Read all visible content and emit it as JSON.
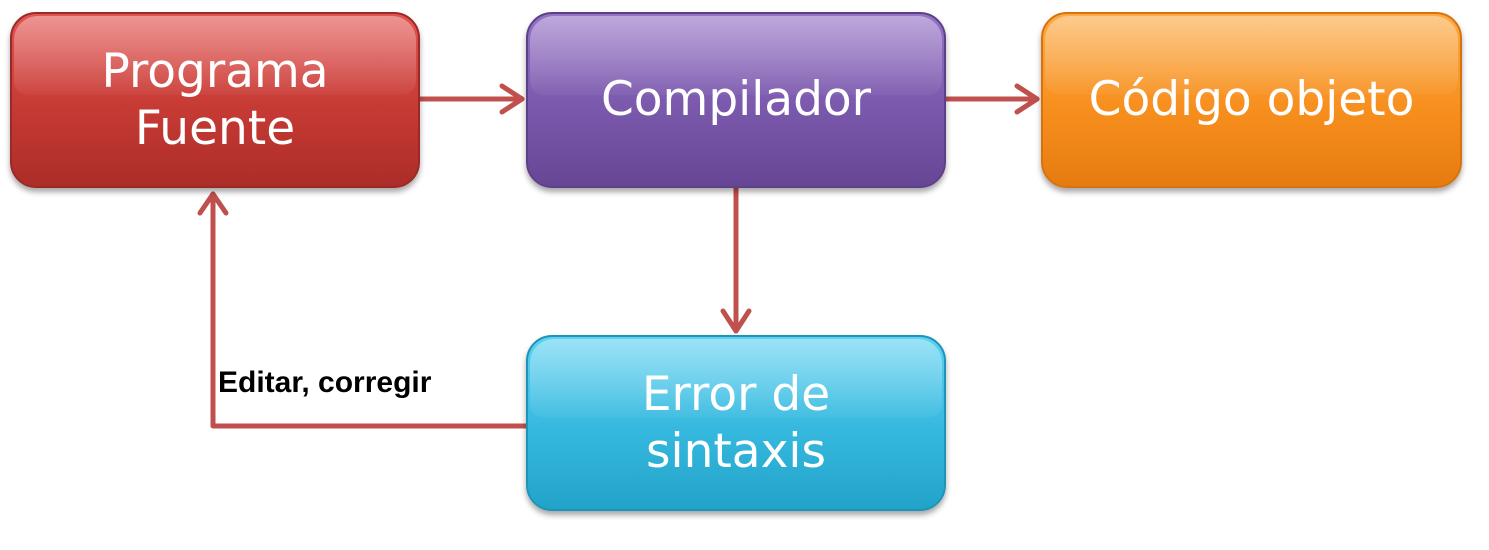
{
  "diagram": {
    "nodes": {
      "programa_fuente": {
        "text": "Programa\nFuente",
        "color": "#c0392b"
      },
      "compilador": {
        "text": "Compilador",
        "color": "#7b59ac"
      },
      "codigo_objeto": {
        "text": "Código objeto",
        "color": "#f7941d"
      },
      "error_sintaxis": {
        "text": "Error de\nsintaxis",
        "color": "#31b4dc"
      }
    },
    "edges": [
      {
        "from": "programa_fuente",
        "to": "compilador"
      },
      {
        "from": "compilador",
        "to": "codigo_objeto"
      },
      {
        "from": "compilador",
        "to": "error_sintaxis"
      },
      {
        "from": "error_sintaxis",
        "to": "programa_fuente",
        "label": "Editar, corregir"
      }
    ],
    "connector_color": "#c0504d"
  }
}
